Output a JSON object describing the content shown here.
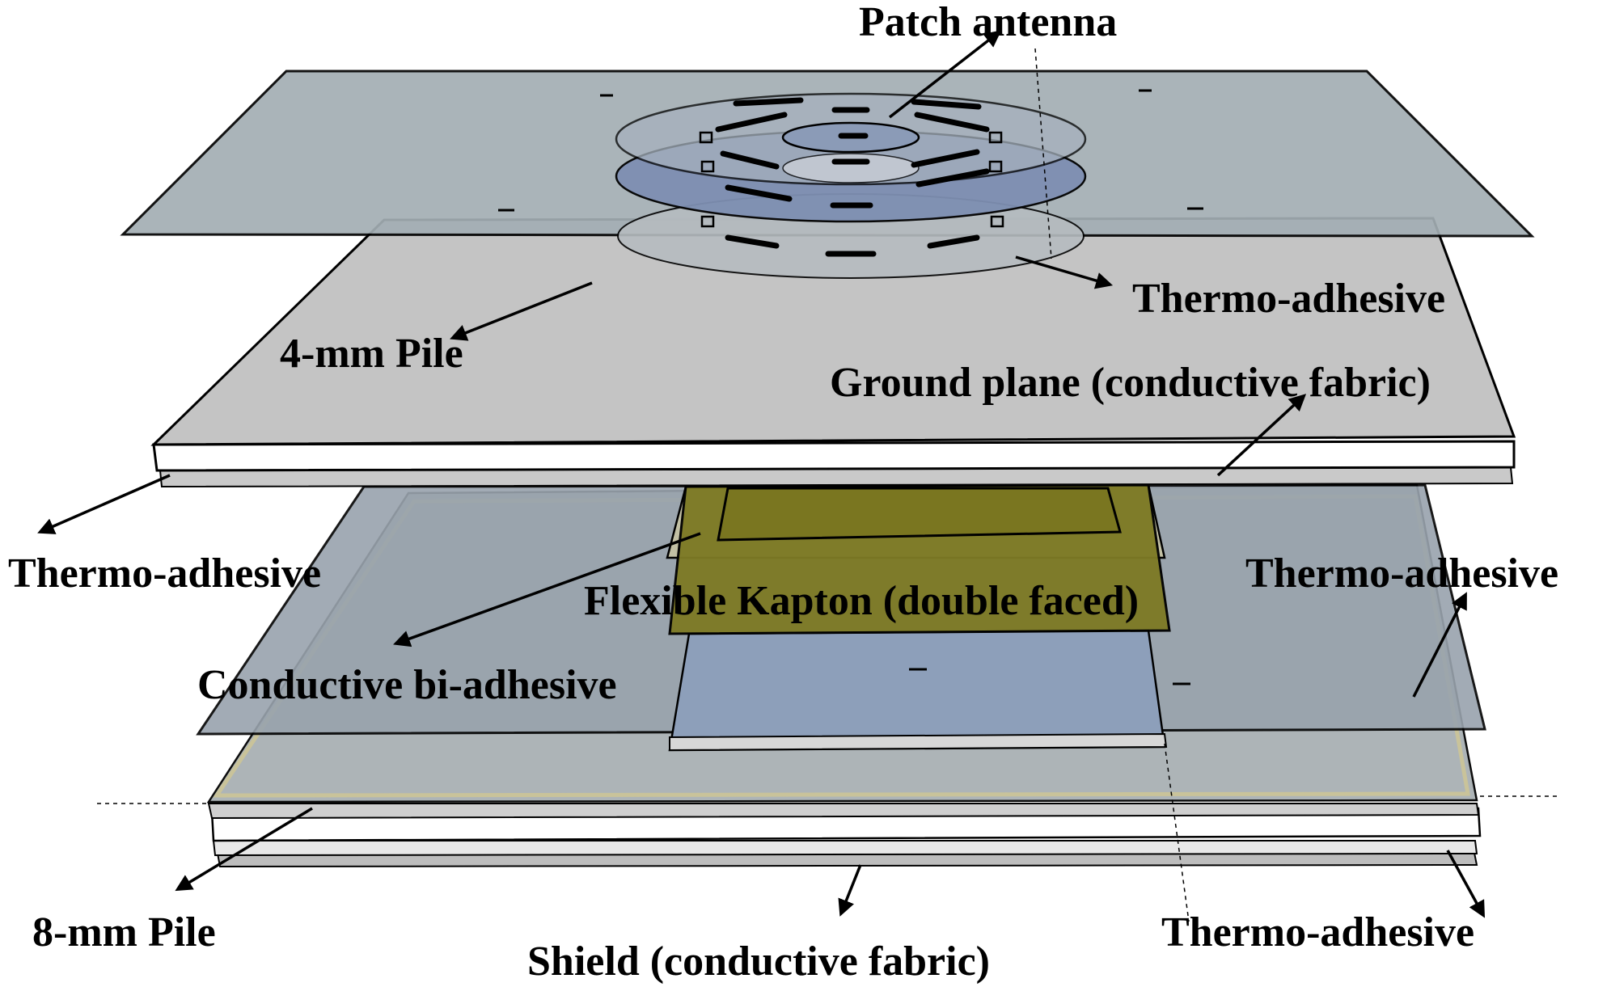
{
  "labels": {
    "patch_antenna": "Patch antenna",
    "thermo_adhesive_top": "Thermo-adhesive",
    "pile_4mm": "4-mm Pile",
    "ground_plane": "Ground plane (conductive fabric)",
    "thermo_adhesive_left": "Thermo-adhesive",
    "thermo_adhesive_right": "Thermo-adhesive",
    "flexible_kapton": "Flexible Kapton (double faced)",
    "conductive_biadhesive": "Conductive bi-adhesive",
    "pile_8mm": "8-mm Pile",
    "shield": "Shield (conductive fabric)",
    "thermo_adhesive_bottom": "Thermo-adhesive"
  },
  "colors": {
    "top_sheet": "#a6b1b6",
    "pile_top": "#c4c4c4",
    "pile_edge": "#ffffff",
    "kapton": "#7d7a25",
    "biadhesive": "#8f9fb2",
    "lower_sheet": "#a8b0b4",
    "antenna_disc": "#7e8fb2"
  }
}
